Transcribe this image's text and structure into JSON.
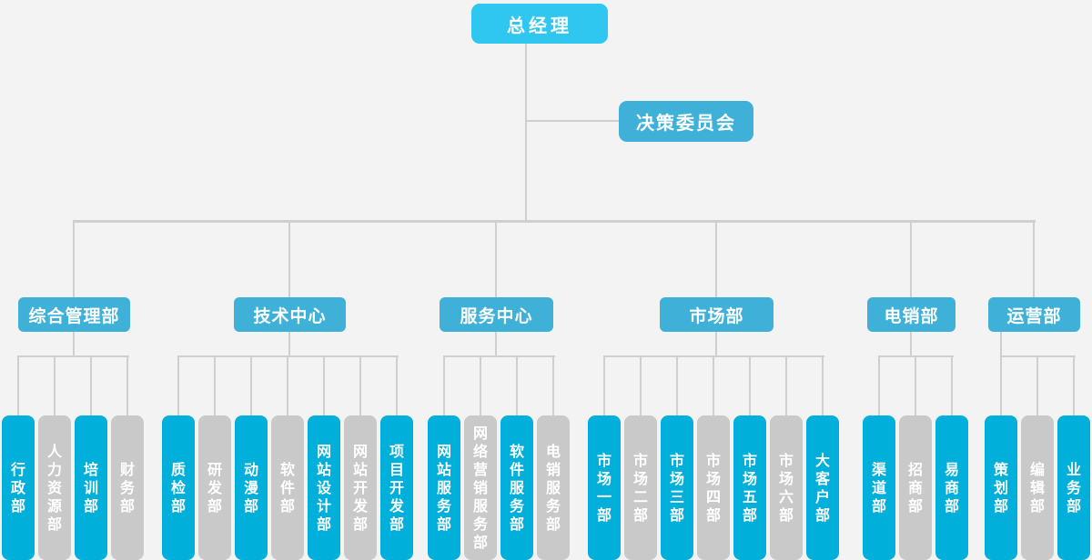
{
  "colors": {
    "background": "#f3f3f3",
    "root_box": "#2fc6f0",
    "branch_box": "#3fb1d9",
    "child_primary": "#00b0da",
    "child_secondary": "#c9c9c9",
    "connector": "#cfcfcf",
    "label_text": "#ffffff"
  },
  "root": {
    "label": "总经理"
  },
  "committee": {
    "label": "决策委员会"
  },
  "departments": [
    {
      "label": "综合管理部",
      "children": [
        "行政部",
        "人力资源部",
        "培训部",
        "财务部"
      ]
    },
    {
      "label": "技术中心",
      "children": [
        "质检部",
        "研发部",
        "动漫部",
        "软件部",
        "网站设计部",
        "网站开发部",
        "项目开发部"
      ]
    },
    {
      "label": "服务中心",
      "children": [
        "网站服务部",
        "网络营销服务部",
        "软件服务部",
        "电销服务部"
      ]
    },
    {
      "label": "市场部",
      "children": [
        "市场一部",
        "市场二部",
        "市场三部",
        "市场四部",
        "市场五部",
        "市场六部",
        "大客户部"
      ]
    },
    {
      "label": "电销部",
      "children": [
        "渠道部",
        "招商部",
        "易商部"
      ]
    },
    {
      "label": "运营部",
      "children": [
        "策划部",
        "编辑部",
        "业务部"
      ]
    }
  ]
}
